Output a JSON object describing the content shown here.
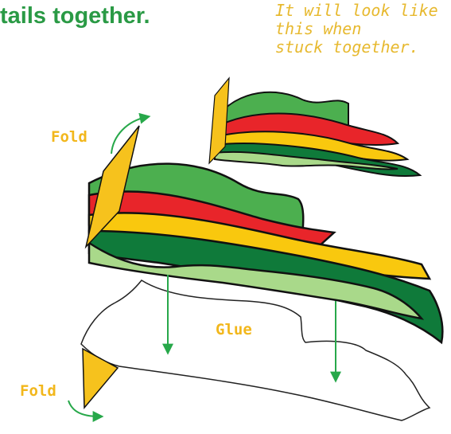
{
  "heading": "tails together.",
  "note_lines": [
    "It will look like",
    "this when",
    "stuck together."
  ],
  "labels": {
    "fold_top": "Fold",
    "glue": "Glue",
    "fold_bottom": "Fold"
  },
  "colors": {
    "heading_green": "#2a9a45",
    "label_yellow": "#f2b71c",
    "arrow_green": "#27a84a",
    "tab_yellow": "#f6c21d",
    "stripe_red": "#e8252a",
    "stripe_yellow": "#f9c80e",
    "stripe_dark_green": "#0f7a3a",
    "stripe_light_green": "#a9d98a",
    "stripe_mid_green": "#4caf4f",
    "outline": "#111111"
  },
  "icons": [
    "down-arrow-icon",
    "curved-arrow-icon"
  ]
}
